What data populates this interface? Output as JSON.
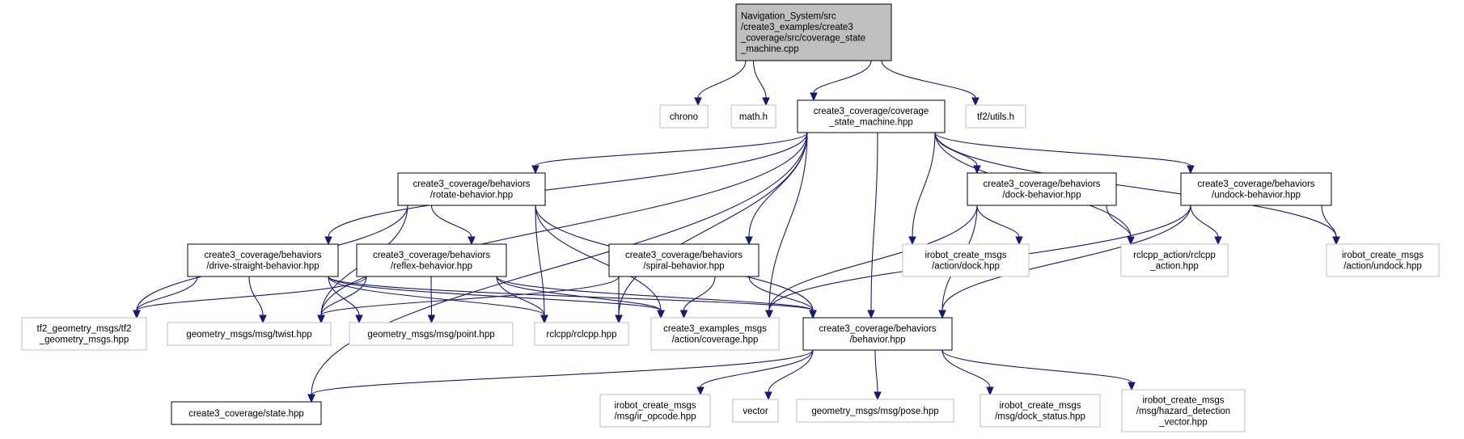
{
  "graph": {
    "nodes": [
      {
        "id": "root",
        "kind": "root",
        "lines": [
          "Navigation_System/src",
          "/create3_examples/create3",
          "_coverage/src/coverage_state",
          "_machine.cpp"
        ]
      },
      {
        "id": "chrono",
        "kind": "external",
        "lines": [
          "chrono"
        ]
      },
      {
        "id": "math",
        "kind": "external",
        "lines": [
          "math.h"
        ]
      },
      {
        "id": "csm",
        "kind": "local",
        "lines": [
          "create3_coverage/coverage",
          "_state_machine.hpp"
        ]
      },
      {
        "id": "tf2utils",
        "kind": "external",
        "lines": [
          "tf2/utils.h"
        ]
      },
      {
        "id": "rotate",
        "kind": "local",
        "lines": [
          "create3_coverage/behaviors",
          "/rotate-behavior.hpp"
        ]
      },
      {
        "id": "dock",
        "kind": "local",
        "lines": [
          "create3_coverage/behaviors",
          "/dock-behavior.hpp"
        ]
      },
      {
        "id": "undock",
        "kind": "local",
        "lines": [
          "create3_coverage/behaviors",
          "/undock-behavior.hpp"
        ]
      },
      {
        "id": "drive",
        "kind": "local",
        "lines": [
          "create3_coverage/behaviors",
          "/drive-straight-behavior.hpp"
        ]
      },
      {
        "id": "reflex",
        "kind": "local",
        "lines": [
          "create3_coverage/behaviors",
          "/reflex-behavior.hpp"
        ]
      },
      {
        "id": "spiral",
        "kind": "local",
        "lines": [
          "create3_coverage/behaviors",
          "/spiral-behavior.hpp"
        ]
      },
      {
        "id": "irdock",
        "kind": "external",
        "lines": [
          "irobot_create_msgs",
          "/action/dock.hpp"
        ]
      },
      {
        "id": "rclaction",
        "kind": "external",
        "lines": [
          "rclcpp_action/rclcpp",
          "_action.hpp"
        ]
      },
      {
        "id": "irundock",
        "kind": "external",
        "lines": [
          "irobot_create_msgs",
          "/action/undock.hpp"
        ]
      },
      {
        "id": "tf2geo",
        "kind": "external",
        "lines": [
          "tf2_geometry_msgs/tf2",
          "_geometry_msgs.hpp"
        ]
      },
      {
        "id": "twist",
        "kind": "external",
        "lines": [
          "geometry_msgs/msg/twist.hpp"
        ]
      },
      {
        "id": "point",
        "kind": "external",
        "lines": [
          "geometry_msgs/msg/point.hpp"
        ]
      },
      {
        "id": "rclcpp",
        "kind": "external",
        "lines": [
          "rclcpp/rclcpp.hpp"
        ]
      },
      {
        "id": "coverage",
        "kind": "external",
        "lines": [
          "create3_examples_msgs",
          "/action/coverage.hpp"
        ]
      },
      {
        "id": "behavior",
        "kind": "local",
        "lines": [
          "create3_coverage/behaviors",
          "/behavior.hpp"
        ]
      },
      {
        "id": "state",
        "kind": "local",
        "lines": [
          "create3_coverage/state.hpp"
        ]
      },
      {
        "id": "iropcode",
        "kind": "external",
        "lines": [
          "irobot_create_msgs",
          "/msg/ir_opcode.hpp"
        ]
      },
      {
        "id": "vector",
        "kind": "external",
        "lines": [
          "vector"
        ]
      },
      {
        "id": "pose",
        "kind": "external",
        "lines": [
          "geometry_msgs/msg/pose.hpp"
        ]
      },
      {
        "id": "dockstatus",
        "kind": "external",
        "lines": [
          "irobot_create_msgs",
          "/msg/dock_status.hpp"
        ]
      },
      {
        "id": "hazard",
        "kind": "external",
        "lines": [
          "irobot_create_msgs",
          "/msg/hazard_detection",
          "_vector.hpp"
        ]
      }
    ],
    "edges": [
      [
        "root",
        "chrono"
      ],
      [
        "root",
        "math"
      ],
      [
        "root",
        "csm"
      ],
      [
        "root",
        "tf2utils"
      ],
      [
        "csm",
        "rotate"
      ],
      [
        "csm",
        "dock"
      ],
      [
        "csm",
        "undock"
      ],
      [
        "csm",
        "drive"
      ],
      [
        "csm",
        "spiral"
      ],
      [
        "csm",
        "irdock"
      ],
      [
        "csm",
        "rclaction"
      ],
      [
        "csm",
        "irundock"
      ],
      [
        "csm",
        "twist"
      ],
      [
        "csm",
        "rclcpp"
      ],
      [
        "csm",
        "coverage"
      ],
      [
        "csm",
        "behavior"
      ],
      [
        "csm",
        "state"
      ],
      [
        "rotate",
        "reflex"
      ],
      [
        "rotate",
        "tf2geo"
      ],
      [
        "rotate",
        "twist"
      ],
      [
        "rotate",
        "rclcpp"
      ],
      [
        "rotate",
        "coverage"
      ],
      [
        "rotate",
        "behavior"
      ],
      [
        "dock",
        "irdock"
      ],
      [
        "dock",
        "rclaction"
      ],
      [
        "dock",
        "coverage"
      ],
      [
        "dock",
        "behavior"
      ],
      [
        "undock",
        "rclaction"
      ],
      [
        "undock",
        "irundock"
      ],
      [
        "undock",
        "coverage"
      ],
      [
        "undock",
        "behavior"
      ],
      [
        "drive",
        "tf2geo"
      ],
      [
        "drive",
        "twist"
      ],
      [
        "drive",
        "point"
      ],
      [
        "drive",
        "rclcpp"
      ],
      [
        "drive",
        "coverage"
      ],
      [
        "drive",
        "behavior"
      ],
      [
        "reflex",
        "tf2geo"
      ],
      [
        "reflex",
        "twist"
      ],
      [
        "reflex",
        "point"
      ],
      [
        "reflex",
        "rclcpp"
      ],
      [
        "reflex",
        "coverage"
      ],
      [
        "reflex",
        "behavior"
      ],
      [
        "spiral",
        "twist"
      ],
      [
        "spiral",
        "rclcpp"
      ],
      [
        "spiral",
        "coverage"
      ],
      [
        "spiral",
        "behavior"
      ],
      [
        "behavior",
        "state"
      ],
      [
        "behavior",
        "iropcode"
      ],
      [
        "behavior",
        "vector"
      ],
      [
        "behavior",
        "pose"
      ],
      [
        "behavior",
        "dockstatus"
      ],
      [
        "behavior",
        "hazard"
      ]
    ]
  }
}
